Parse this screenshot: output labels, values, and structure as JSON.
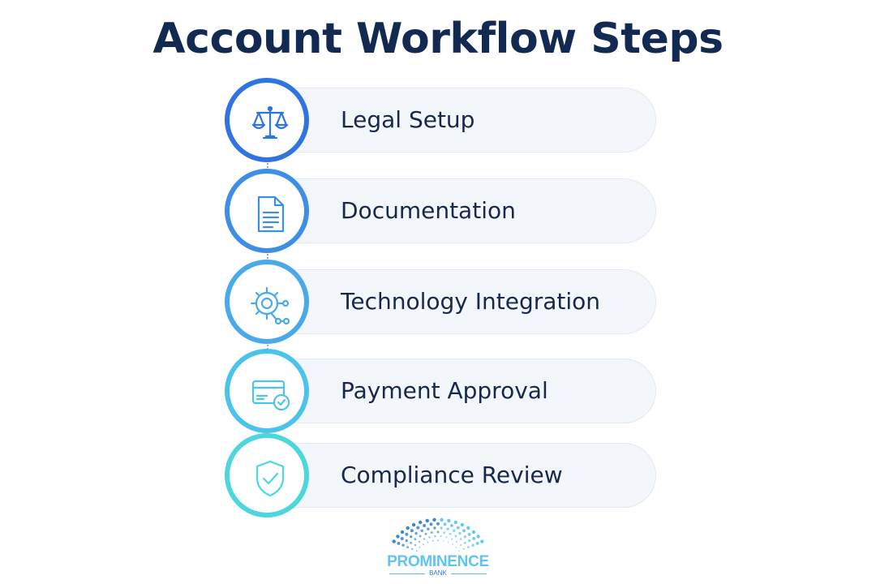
{
  "title": "Account Workflow Steps",
  "steps": [
    {
      "label": "Legal Setup",
      "icon": "scale-icon",
      "color": "#2f74e0"
    },
    {
      "label": "Documentation",
      "icon": "document-icon",
      "color": "#3d8fe6"
    },
    {
      "label": "Technology Integration",
      "icon": "gear-network-icon",
      "color": "#4aa9ea"
    },
    {
      "label": "Payment Approval",
      "icon": "credit-card-check-icon",
      "color": "#4cc3ea"
    },
    {
      "label": "Compliance Review",
      "icon": "shield-check-icon",
      "color": "#4dd6dc"
    }
  ],
  "logo": {
    "name": "PROMINENCE",
    "sub": "BANK",
    "colors": {
      "primary": "#5fc4ef",
      "secondary": "#2f7fd1"
    }
  },
  "colors": {
    "title": "#122a52",
    "label": "#16294a",
    "pill_background": "#f3f7fc",
    "connector": "#7fb3e6"
  }
}
